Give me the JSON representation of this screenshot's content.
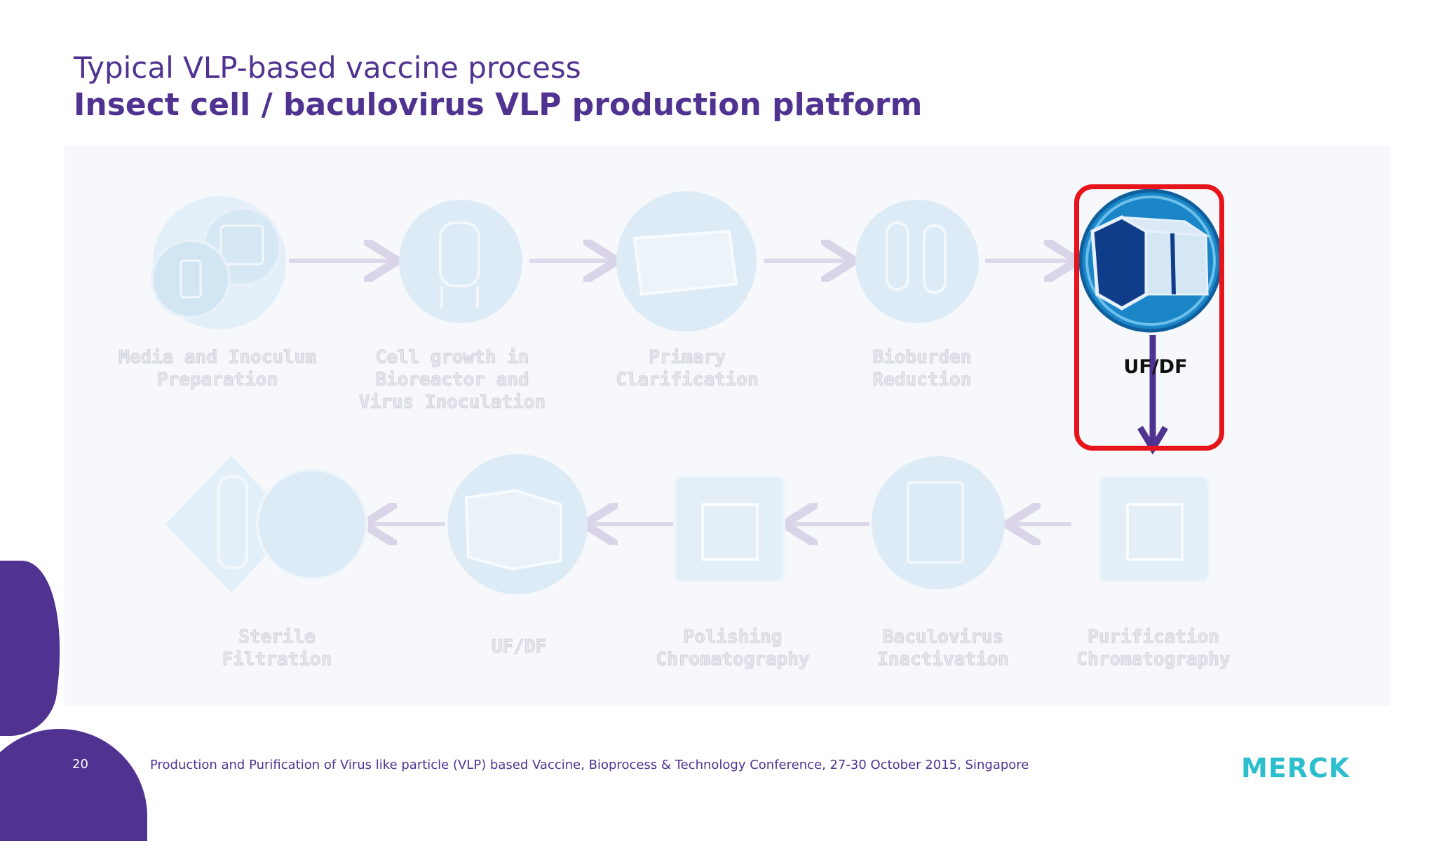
{
  "title": {
    "line1": "Typical VLP-based vaccine process",
    "line2": "Insect cell / baculovirus VLP production platform"
  },
  "steps": [
    {
      "label": "Media and Inoculum\nPreparation",
      "icon": "media-inoculum-icon",
      "active": false
    },
    {
      "label": "Cell growth in\nBioreactor and\nVirus Inoculation",
      "icon": "bioreactor-icon",
      "active": false
    },
    {
      "label": "Primary\nClarification",
      "icon": "clarification-filter-icon",
      "active": false
    },
    {
      "label": "Bioburden\nReduction",
      "icon": "filter-cartridges-icon",
      "active": false
    },
    {
      "label": "UF/DF",
      "icon": "tff-cassette-icon",
      "active": true
    },
    {
      "label": "Purification\nChromatography",
      "icon": "chromatography-system-icon",
      "active": false
    },
    {
      "label": "Baculovirus\nInactivation",
      "icon": "inactivation-tank-icon",
      "active": false
    },
    {
      "label": "Polishing\nChromatography",
      "icon": "chromatography-system-icon",
      "active": false
    },
    {
      "label": "UF/DF",
      "icon": "tff-cassette-icon",
      "active": false
    },
    {
      "label": "Sterile\nFiltration",
      "icon": "sterile-filter-icon",
      "active": false
    }
  ],
  "colors": {
    "brand_purple": "#503291",
    "highlight_red": "#e8141c",
    "active_blue": "#1a86c8",
    "faded_blue": "#dcebf6",
    "logo_teal": "#2dbecd"
  },
  "footer": {
    "page_number": "20",
    "citation": "Production and Purification of Virus like particle (VLP) based Vaccine, Bioprocess & Technology Conference, 27-30 October 2015, Singapore",
    "logo": "MERCK"
  }
}
